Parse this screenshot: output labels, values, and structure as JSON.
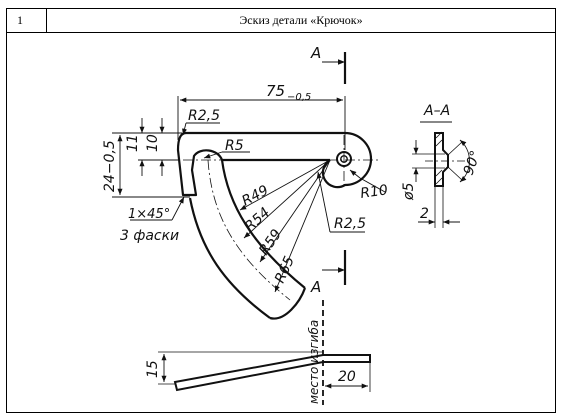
{
  "header": {
    "number": "1",
    "title": "Эскиз детали «Крючок»"
  },
  "section": {
    "letter_top": "А",
    "letter_bottom": "А",
    "view_label": "А–А"
  },
  "dimensions": {
    "overall_length": "75",
    "overall_length_tol": "−0,5",
    "height_total": "24−0,5",
    "height_11": "11",
    "height_10": "10",
    "r_2_5_top": "R2,5",
    "r_5": "R5",
    "r_10": "R10",
    "r_49": "R49",
    "r_54": "R54",
    "r_59": "R59",
    "r_65": "R65",
    "r_2_5_bottom": "R2,5",
    "chamfer": "1×45°",
    "chamfer_note": "3 фаски",
    "hole_diameter": "ø5",
    "thickness": "2",
    "countersink_angle": "90°",
    "bend_height": "15",
    "bend_length": "20",
    "bend_place": "место изгиба"
  }
}
